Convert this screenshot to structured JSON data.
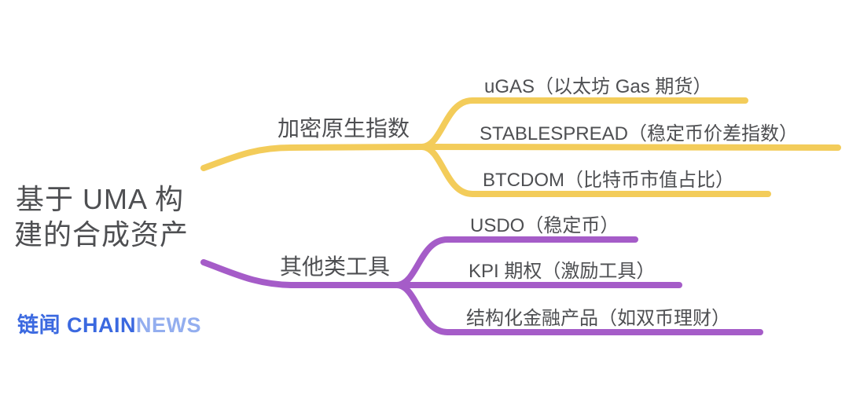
{
  "diagram": {
    "type": "mindmap",
    "title": "基于 UMA 构建的合成资产"
  },
  "colors": {
    "background": "#ffffff",
    "text": "#4e4f52",
    "yellow_branch": "#f3cc5a",
    "purple_branch": "#a55cc8",
    "logo_primary": "#3b69e0",
    "logo_secondary": "#93aeef"
  },
  "root": {
    "line1": "基于 UMA 构",
    "line2": "建的合成资产"
  },
  "branches": [
    {
      "label": "加密原生指数",
      "color": "#f3cc5a",
      "children": [
        "uGAS（以太坊 Gas 期货）",
        "STABLESPREAD（稳定币价差指数）",
        "BTCDOM（比特币市值占比）"
      ]
    },
    {
      "label": "其他类工具",
      "color": "#a55cc8",
      "children": [
        "USDO（稳定币）",
        "KPI 期权（激励工具）",
        "结构化金融产品（如双币理财）"
      ]
    }
  ],
  "logo": {
    "part1": "链闻 CHAIN",
    "part2": "NEWS"
  }
}
